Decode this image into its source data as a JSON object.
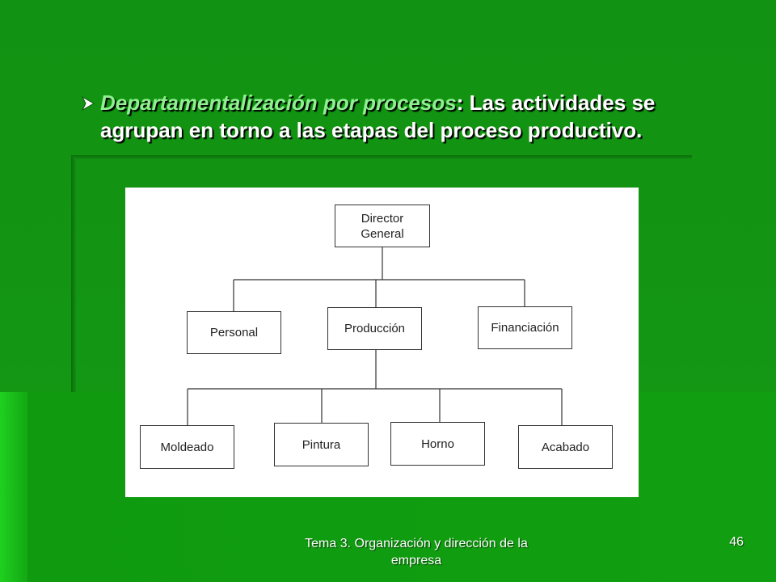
{
  "slide": {
    "heading": {
      "emphasis": "Departamentalización por procesos",
      "rest": ": Las actividades se agrupan en torno a las etapas del proceso productivo."
    },
    "footer": "Tema 3. Organización y dirección de la empresa",
    "page_number": "46",
    "colors": {
      "background": "#159a15",
      "emphasis_text": "#8ef08e",
      "text": "#ffffff"
    }
  },
  "org_chart": {
    "root": "Director\nGeneral",
    "level1": [
      "Personal",
      "Producción",
      "Financiación"
    ],
    "level2": [
      "Moldeado",
      "Pintura",
      "Horno",
      "Acabado"
    ]
  }
}
